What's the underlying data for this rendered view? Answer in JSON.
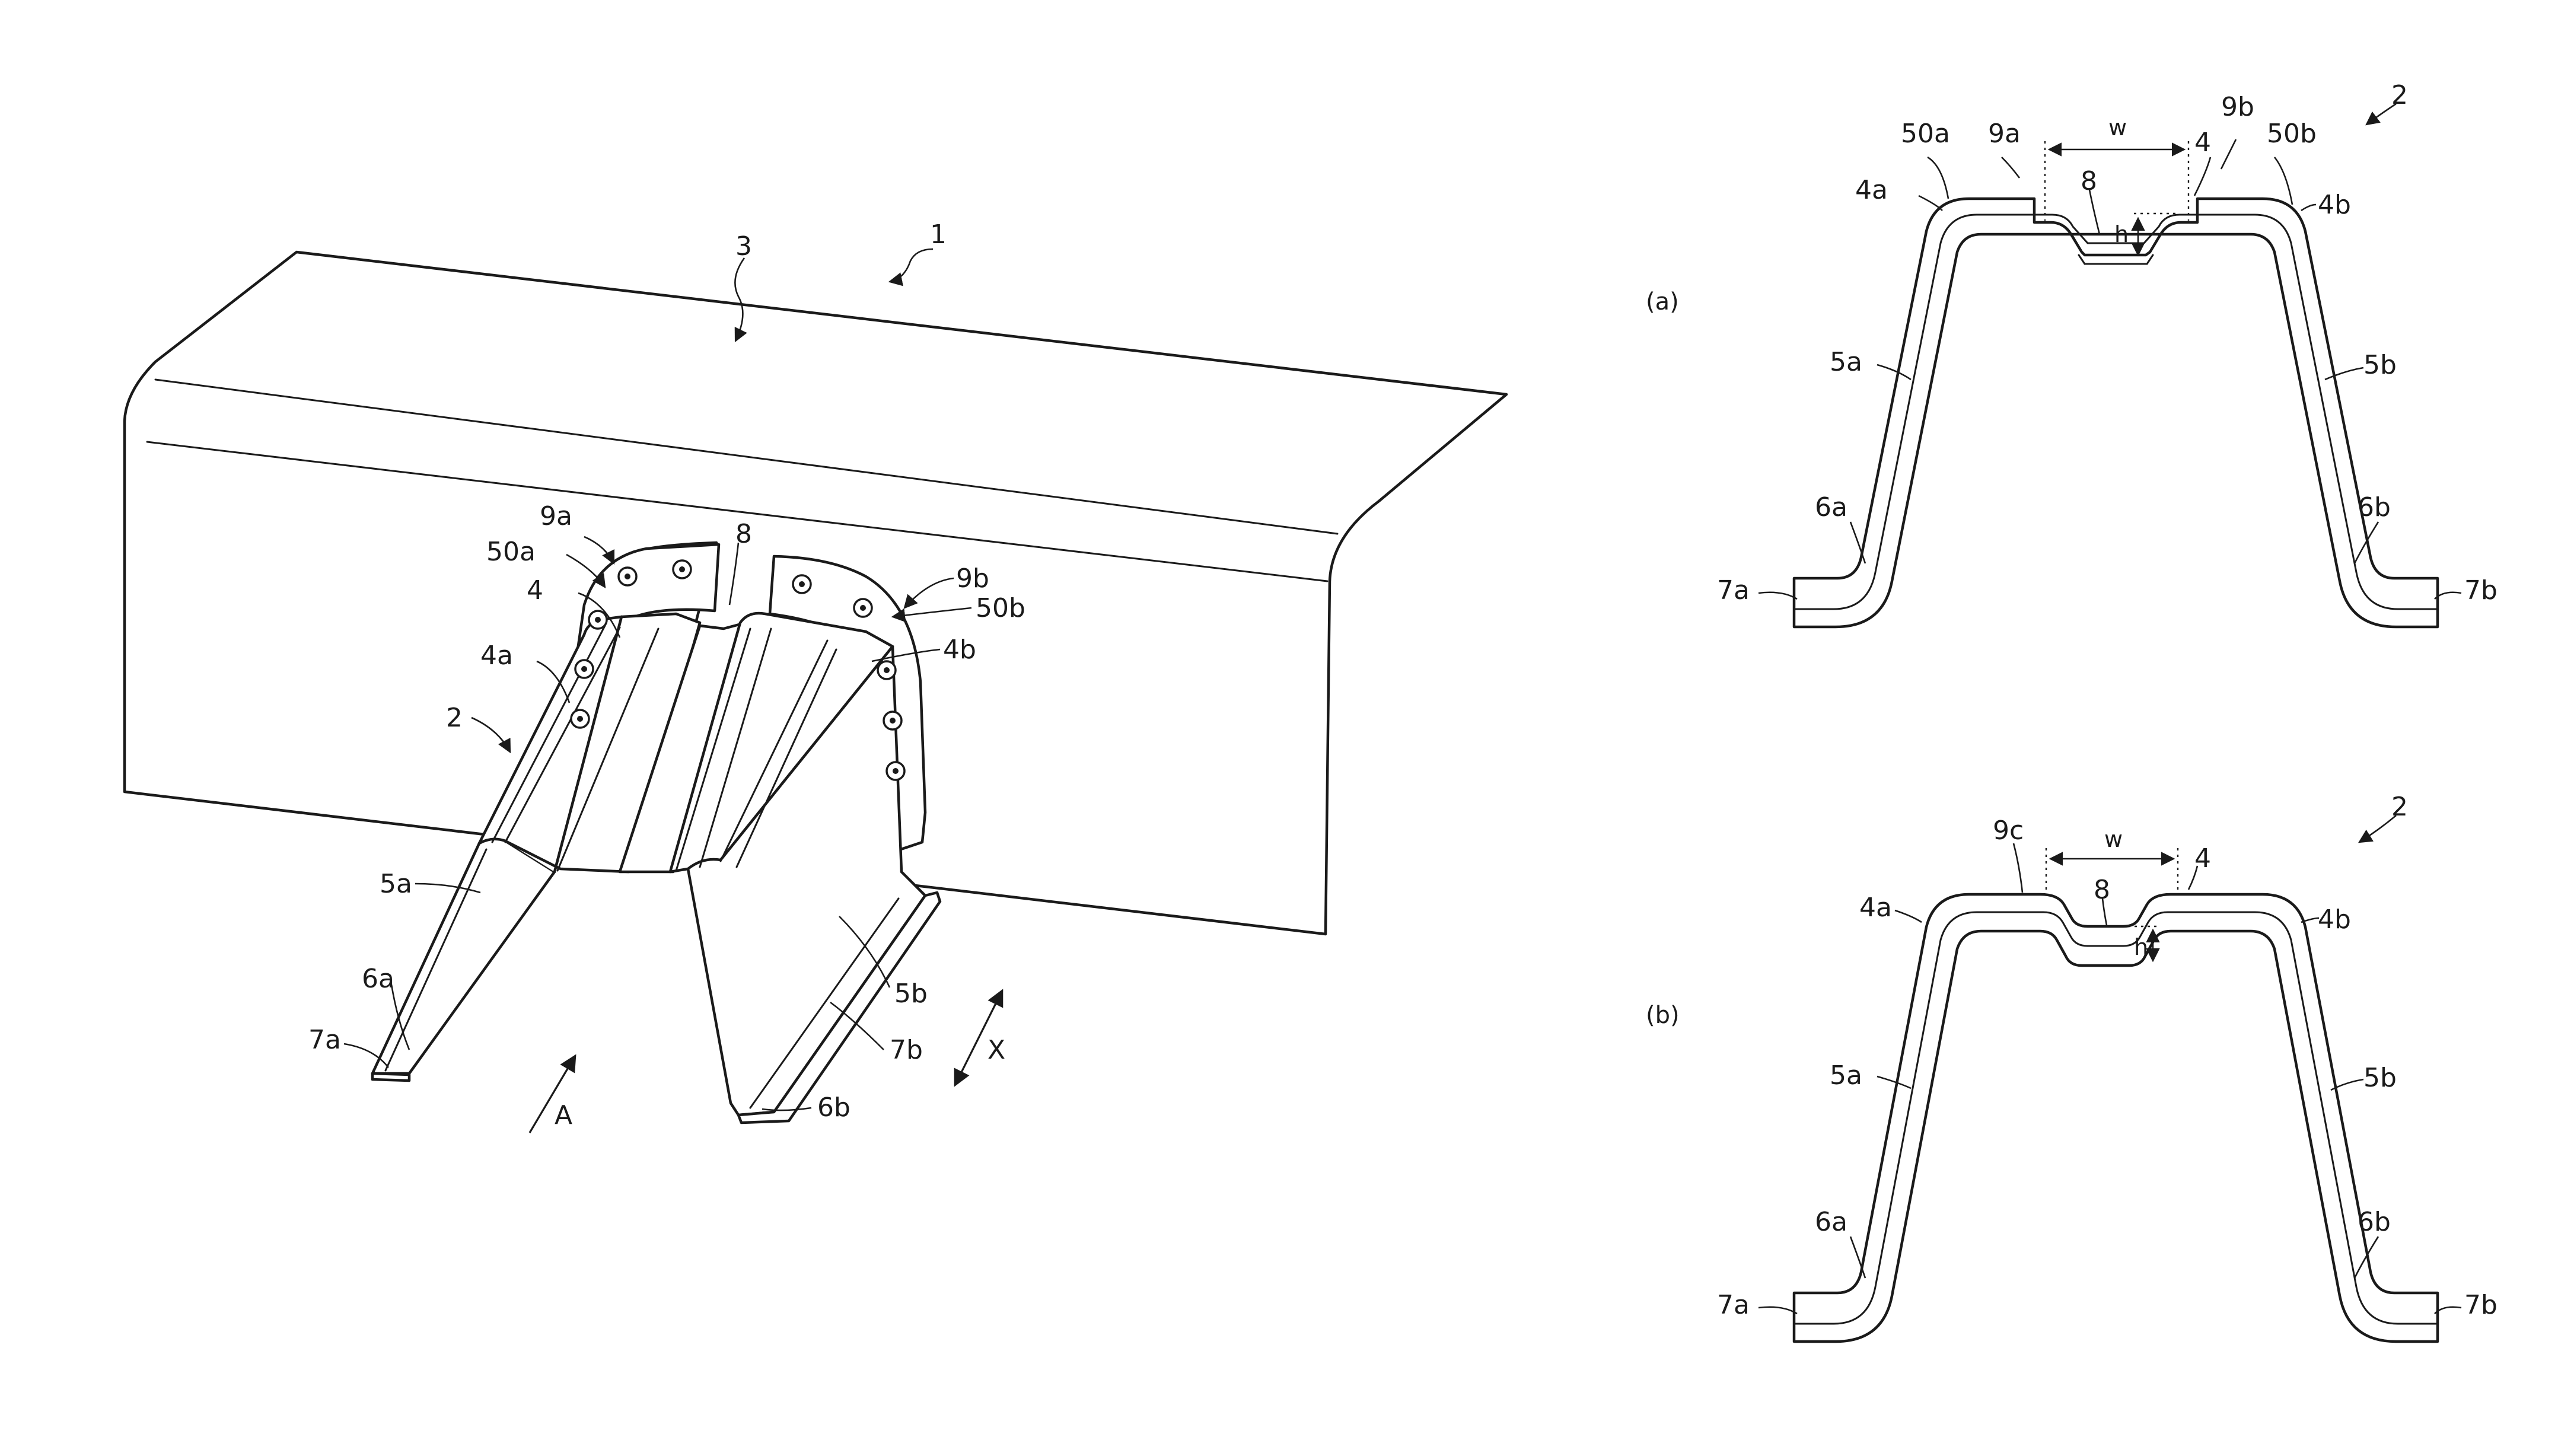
{
  "figure_3d": {
    "labels": {
      "assembly": "1",
      "panel": "3",
      "member": "2",
      "flange_a": "9a",
      "flange_b": "9b",
      "weld_a": "50a",
      "weld_b": "50b",
      "top_wall": "4",
      "groove": "8",
      "ridge_a": "4a",
      "ridge_b": "4b",
      "side_a": "5a",
      "side_b": "5b",
      "corner_a": "6a",
      "corner_b": "6b",
      "foot_a": "7a",
      "foot_b": "7b",
      "direction_a": "A",
      "direction_x": "X"
    }
  },
  "section_a": {
    "panel_label": "(a)",
    "labels": {
      "member": "2",
      "weld_a": "50a",
      "flange_a": "9a",
      "width": "w",
      "flange_b": "9b",
      "weld_b": "50b",
      "top_wall": "4",
      "ridge_a": "4a",
      "ridge_b": "4b",
      "groove": "8",
      "height": "h",
      "side_a": "5a",
      "side_b": "5b",
      "corner_a": "6a",
      "corner_b": "6b",
      "foot_a": "7a",
      "foot_b": "7b"
    }
  },
  "section_b": {
    "panel_label": "(b)",
    "labels": {
      "member": "2",
      "flange_c": "9c",
      "width": "w",
      "top_wall": "4",
      "ridge_a": "4a",
      "ridge_b": "4b",
      "groove": "8",
      "height": "h",
      "side_a": "5a",
      "side_b": "5b",
      "corner_a": "6a",
      "corner_b": "6b",
      "foot_a": "7a",
      "foot_b": "7b"
    }
  }
}
